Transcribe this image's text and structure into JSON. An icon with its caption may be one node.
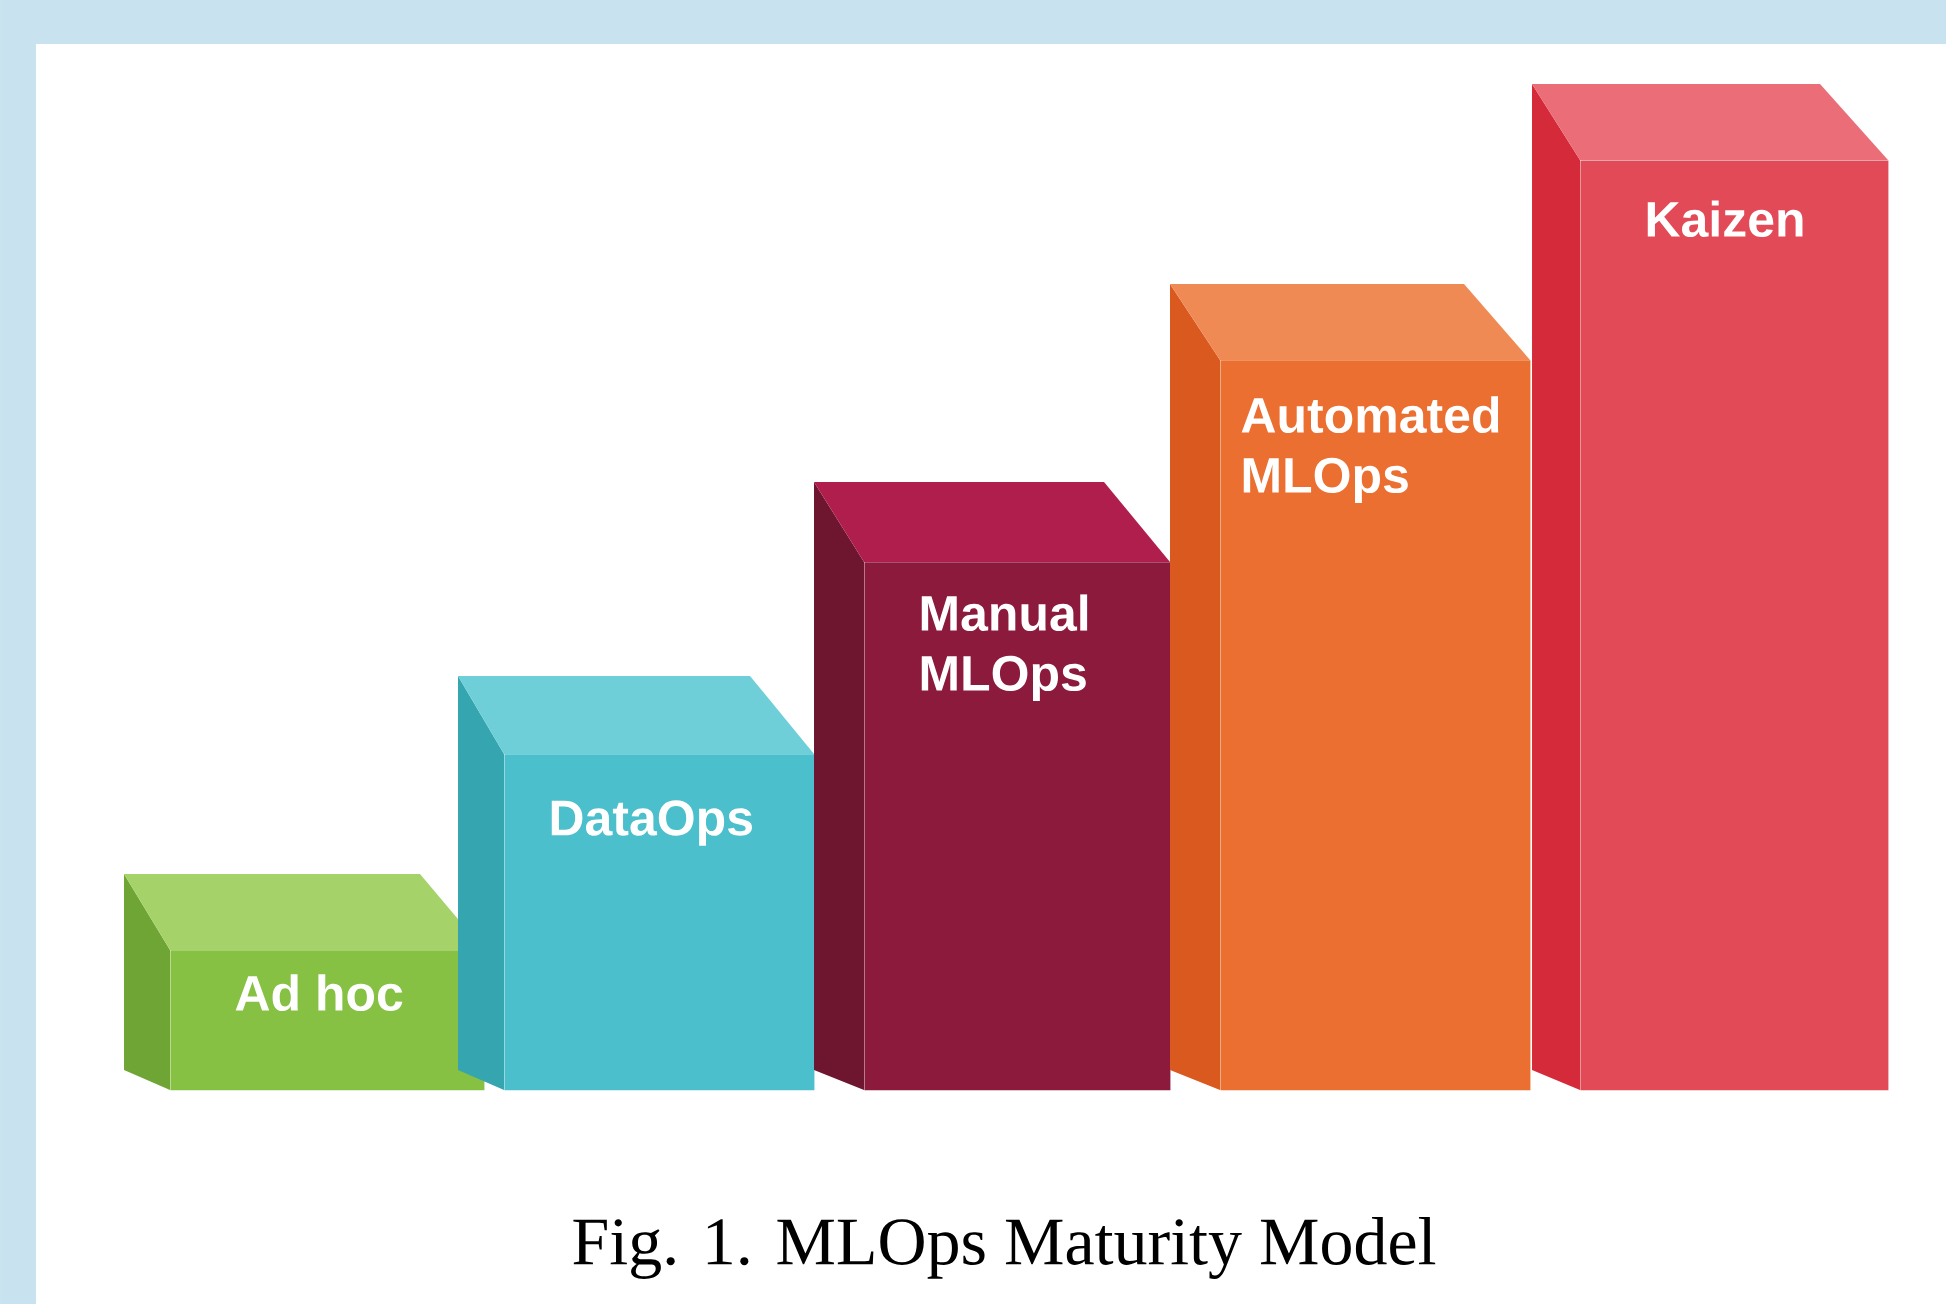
{
  "diagram": {
    "caption": "Fig. 1.  MLOps Maturity Model",
    "nodes": [
      {
        "text": [
          "Ad hoc"
        ]
      },
      {
        "text": [
          "DataOps"
        ]
      },
      {
        "text": [
          "Manual MLOps"
        ]
      },
      {
        "text": [
          "Automated MLOps"
        ]
      },
      {
        "text": [
          "Kaizen"
        ]
      }
    ]
  }
}
